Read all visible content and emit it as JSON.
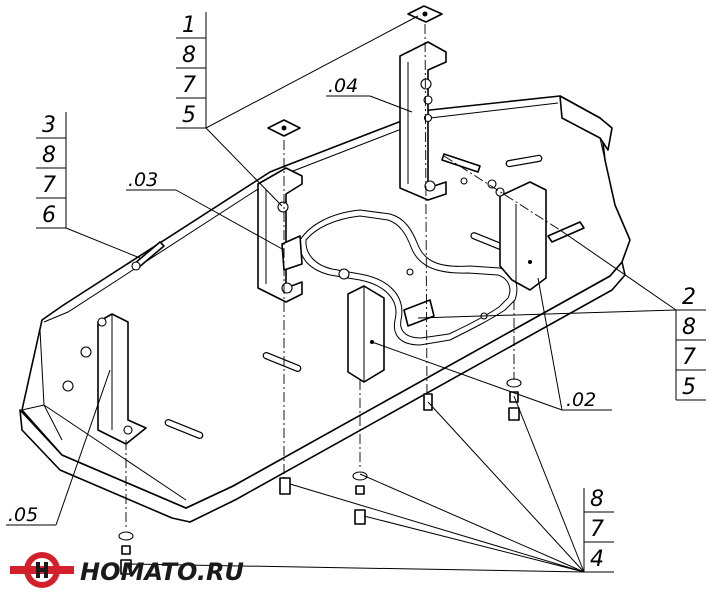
{
  "callouts": {
    "group_top_left": [
      "1",
      "8",
      "7",
      "5"
    ],
    "group_left": [
      "3",
      "8",
      "7",
      "6"
    ],
    "group_right": [
      "2",
      "8",
      "7",
      "5"
    ],
    "group_bottom": [
      "8",
      "7",
      "4"
    ]
  },
  "part_labels": {
    "p02": ".02",
    "p03": ".03",
    "p04": ".04",
    "p05": ".05"
  },
  "logo": {
    "text": "HOMATO.RU",
    "colors": {
      "red": "#d4202a",
      "dark": "#1a1a1a"
    }
  }
}
